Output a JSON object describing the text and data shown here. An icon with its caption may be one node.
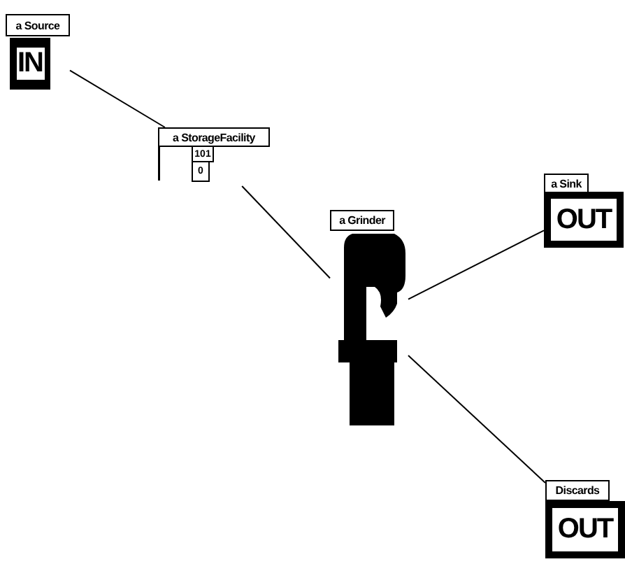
{
  "diagram": {
    "nodes": [
      {
        "text": [
          "a Source",
          "IN"
        ]
      },
      {
        "text": [
          "a StorageFacility",
          "101",
          "0"
        ]
      },
      {
        "text": [
          "a Grinder"
        ]
      },
      {
        "text": [
          "a Sink",
          "OUT"
        ]
      },
      {
        "text": [
          "Discards",
          "OUT"
        ]
      }
    ],
    "edges": [
      {
        "from": 0,
        "to": 1,
        "arrow": "none"
      },
      {
        "from": 1,
        "to": 2,
        "arrow": "none"
      },
      {
        "from": 2,
        "to": 3,
        "arrow": "none"
      },
      {
        "from": 2,
        "to": 4,
        "arrow": "none"
      }
    ]
  }
}
